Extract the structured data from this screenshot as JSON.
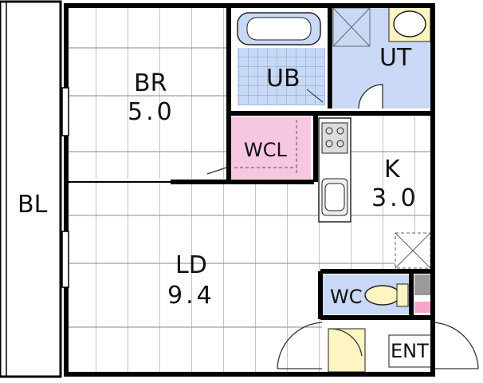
{
  "colors": {
    "wall": "#000000",
    "floorboard": "#ffffff",
    "floor_line": "#8a8a8a",
    "wet_area": "#c9d9f5",
    "closet": "#f7c6e0",
    "entrance": "#fff4c2",
    "gray_block": "#9a9a9a",
    "pink_block": "#f2a7c8"
  },
  "rooms": {
    "balcony": {
      "label": "BL"
    },
    "bedroom": {
      "label": "BR",
      "size": "5.0"
    },
    "living": {
      "label": "LD",
      "size": "9.4"
    },
    "bath": {
      "label": "UB"
    },
    "utility": {
      "label": "UT"
    },
    "closet": {
      "label": "WCL"
    },
    "kitchen": {
      "label": "K",
      "size": "3.0"
    },
    "toilet": {
      "label": "WC"
    },
    "entrance": {
      "label": "ENT"
    }
  }
}
